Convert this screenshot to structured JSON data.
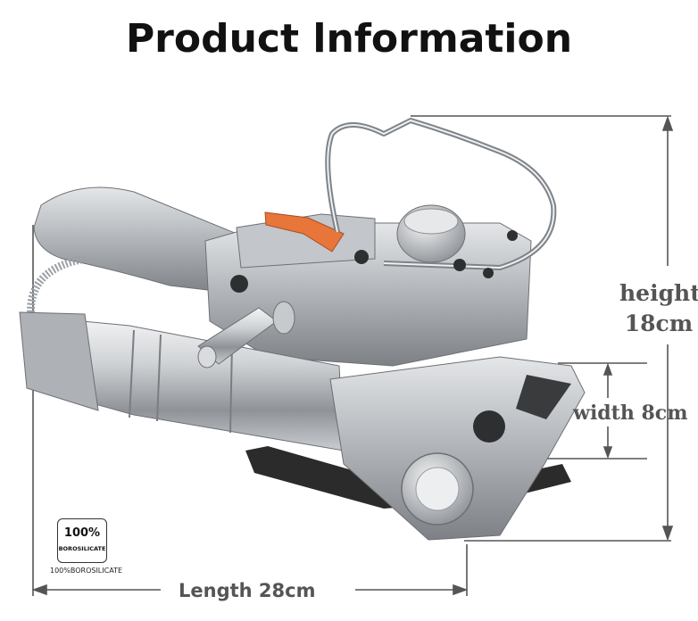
{
  "title": "Product lnformation",
  "dimensions": {
    "height_label": "height",
    "height_value": "18cm",
    "width_label": "width 8cm",
    "length_label": "Length 28cm"
  },
  "badge": {
    "percent": "100%",
    "material": "BOROSILICATE",
    "caption": "100%BOROSILICATE"
  },
  "colors": {
    "tool_body": "#a7abb0",
    "trigger_orange": "#e8753a",
    "dimension_lines": "#555555"
  }
}
